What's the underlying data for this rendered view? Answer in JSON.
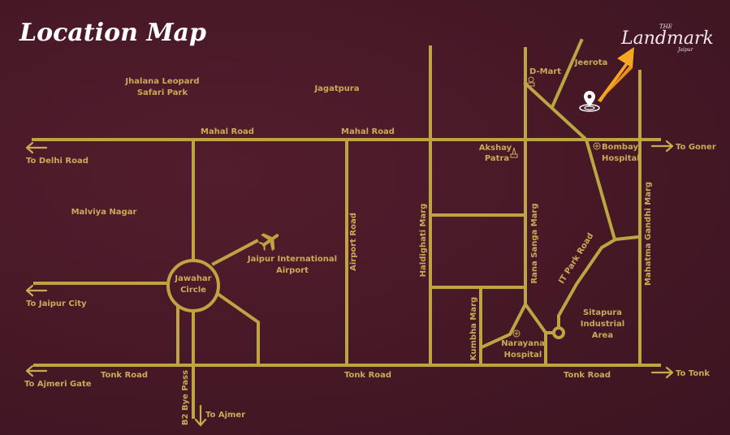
{
  "title": "Location Map",
  "brand": {
    "the": "THE",
    "name": "Landmark",
    "city": "Jaipur"
  },
  "colors": {
    "background": "#4a1a29",
    "road": "#bfa443",
    "label": "#c9ab57",
    "arrow": "#f5a623",
    "pin": "#ffffff"
  },
  "areas": {
    "jhalana_1": "Jhalana Leopard",
    "jhalana_2": "Safari Park",
    "jagatpura": "Jagatpura",
    "malviya": "Malviya Nagar",
    "jeerota": "Jeerota",
    "sitapura_1": "Sitapura",
    "sitapura_2": "Industrial",
    "sitapura_3": "Area"
  },
  "landmarks": {
    "dmart": "D-Mart",
    "akshay_1": "Akshay",
    "akshay_2": "Patra",
    "bombay_1": "Bombay",
    "bombay_2": "Hospital",
    "airport_1": "Jaipur International",
    "airport_2": "Airport",
    "jawahar_1": "Jawahar",
    "jawahar_2": "Circle",
    "narayana_1": "Narayana",
    "narayana_2": "Hospital"
  },
  "roads": {
    "mahal_1": "Mahal Road",
    "mahal_2": "Mahal Road",
    "tonk_1": "Tonk Road",
    "tonk_2": "Tonk Road",
    "tonk_3": "Tonk Road",
    "airport_road": "Airport Road",
    "haldighati": "Haldighati Marg",
    "rana_sanga": "Rana Sanga Marg",
    "kumbha": "Kumbha Marg",
    "it_park": "IT Park Road",
    "mahatma_gandhi": "Mahatma Gandhi Marg",
    "b2_bypass": "B2 Bye Pass"
  },
  "directions": {
    "delhi": "To Delhi Road",
    "jaipur_city": "To Jaipur City",
    "ajmeri_gate": "To Ajmeri Gate",
    "ajmer": "To Ajmer",
    "goner": "To Goner",
    "tonk": "To Tonk"
  }
}
